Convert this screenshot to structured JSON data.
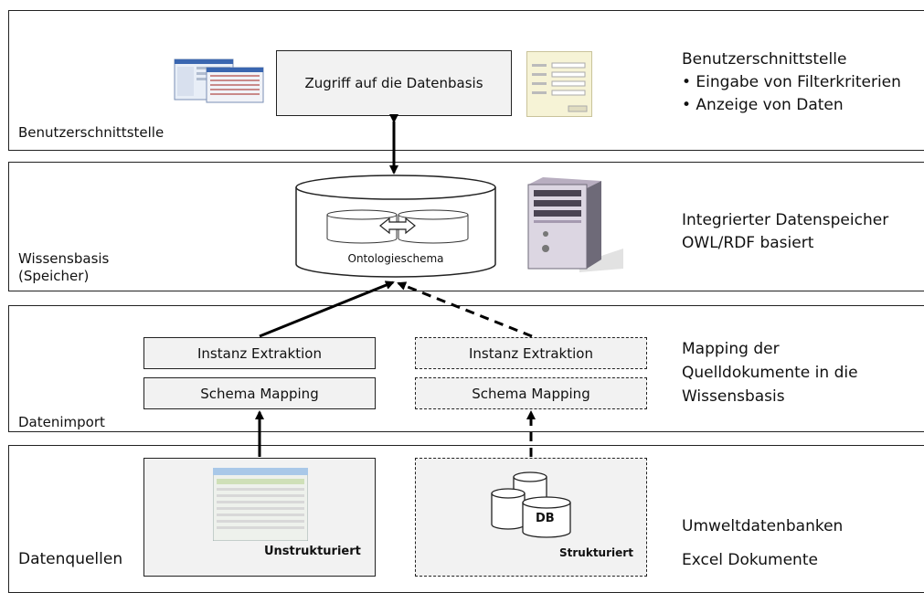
{
  "layers": {
    "ui": {
      "label": "Benutzerschnittstelle"
    },
    "kb": {
      "label_line1": "Wissensbasis",
      "label_line2": "(Speicher)"
    },
    "import": {
      "label": "Datenimport"
    },
    "sources": {
      "label": "Datenquellen"
    }
  },
  "boxes": {
    "access": "Zugriff auf die Datenbasis",
    "ontology": "Ontologieschema",
    "instance_left": "Instanz Extraktion",
    "schema_left": "Schema Mapping",
    "instance_right": "Instanz Extraktion",
    "schema_right": "Schema Mapping",
    "unstructured": "Unstrukturiert",
    "structured": "Strukturiert",
    "db": "DB"
  },
  "descriptions": {
    "ui": {
      "line1": "Benutzerschnittstelle",
      "line2": "• Eingabe von Filterkriterien",
      "line3": "• Anzeige von Daten"
    },
    "kb": {
      "line1": "Integrierter Datenspeicher",
      "line2": "OWL/RDF basiert"
    },
    "import": {
      "line1": "Mapping der",
      "line2": "Quelldokumente in die",
      "line3": "Wissensbasis"
    },
    "sources": {
      "line1": "Umweltdatenbanken",
      "line2": "Excel Dokumente"
    }
  }
}
